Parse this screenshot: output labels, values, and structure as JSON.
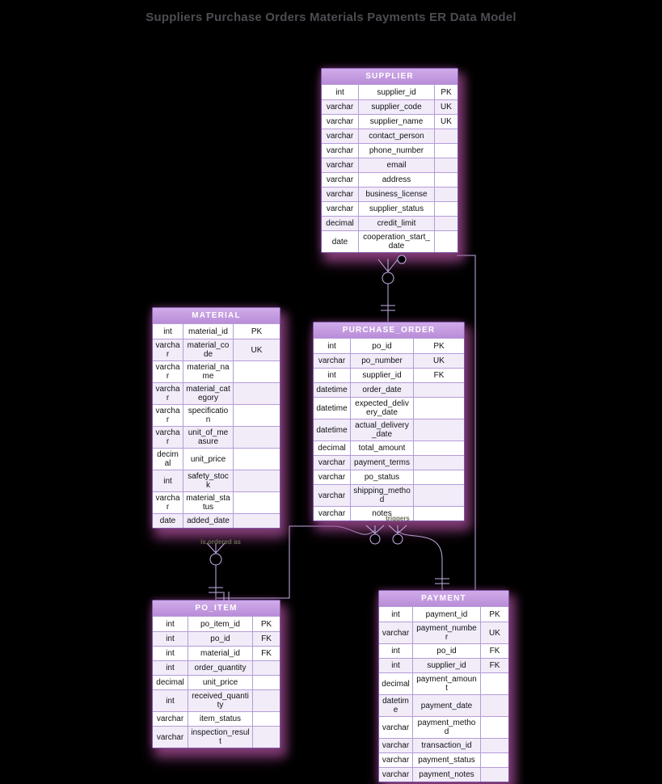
{
  "title": "Suppliers Purchase Orders Materials Payments ER Data Model",
  "colors": {
    "background": "#000000",
    "header_top": "#d0abe9",
    "header_bottom": "#b98dd8",
    "header_text": "#ffffff",
    "row_white": "#ffffff",
    "row_alt": "#f2ecf9",
    "cell_border": "#b49bd8",
    "outer_border": "#7e57a8",
    "line": "#c7b1ea",
    "title_text": "#4c4c52",
    "relation_label_text": "#6a6a52",
    "row_text": "#111111"
  },
  "entities": [
    {
      "name": "SUPPLIER",
      "rows": [
        [
          "int",
          "supplier_id",
          "PK"
        ],
        [
          "varchar",
          "supplier_code",
          "UK"
        ],
        [
          "varchar",
          "supplier_name",
          "UK"
        ],
        [
          "varchar",
          "contact_person",
          ""
        ],
        [
          "varchar",
          "phone_number",
          ""
        ],
        [
          "varchar",
          "email",
          ""
        ],
        [
          "varchar",
          "address",
          ""
        ],
        [
          "varchar",
          "business_license",
          ""
        ],
        [
          "varchar",
          "supplier_status",
          ""
        ],
        [
          "decimal",
          "credit_limit",
          ""
        ],
        [
          "date",
          "cooperation_start_date",
          ""
        ]
      ]
    },
    {
      "name": "MATERIAL",
      "rows": [
        [
          "int",
          "material_id",
          "PK"
        ],
        [
          "varchar",
          "material_code",
          "UK"
        ],
        [
          "varchar",
          "material_name",
          ""
        ],
        [
          "varchar",
          "material_category",
          ""
        ],
        [
          "varchar",
          "specification",
          ""
        ],
        [
          "varchar",
          "unit_of_measure",
          ""
        ],
        [
          "decimal",
          "unit_price",
          ""
        ],
        [
          "int",
          "safety_stock",
          ""
        ],
        [
          "varchar",
          "material_status",
          ""
        ],
        [
          "date",
          "added_date",
          ""
        ]
      ]
    },
    {
      "name": "PURCHASE_ORDER",
      "rows": [
        [
          "int",
          "po_id",
          "PK"
        ],
        [
          "varchar",
          "po_number",
          "UK"
        ],
        [
          "int",
          "supplier_id",
          "FK"
        ],
        [
          "datetime",
          "order_date",
          ""
        ],
        [
          "datetime",
          "expected_delivery_date",
          ""
        ],
        [
          "datetime",
          "actual_delivery_date",
          ""
        ],
        [
          "decimal",
          "total_amount",
          ""
        ],
        [
          "varchar",
          "payment_terms",
          ""
        ],
        [
          "varchar",
          "po_status",
          ""
        ],
        [
          "varchar",
          "shipping_method",
          ""
        ],
        [
          "varchar",
          "notes",
          ""
        ]
      ]
    },
    {
      "name": "PO_ITEM",
      "rows": [
        [
          "int",
          "po_item_id",
          "PK"
        ],
        [
          "int",
          "po_id",
          "FK"
        ],
        [
          "int",
          "material_id",
          "FK"
        ],
        [
          "int",
          "order_quantity",
          ""
        ],
        [
          "decimal",
          "unit_price",
          ""
        ],
        [
          "int",
          "received_quantity",
          ""
        ],
        [
          "varchar",
          "item_status",
          ""
        ],
        [
          "varchar",
          "inspection_result",
          ""
        ]
      ]
    },
    {
      "name": "PAYMENT",
      "rows": [
        [
          "int",
          "payment_id",
          "PK"
        ],
        [
          "varchar",
          "payment_number",
          "UK"
        ],
        [
          "int",
          "po_id",
          "FK"
        ],
        [
          "int",
          "supplier_id",
          "FK"
        ],
        [
          "decimal",
          "payment_amount",
          ""
        ],
        [
          "datetime",
          "payment_date",
          ""
        ],
        [
          "varchar",
          "payment_method",
          ""
        ],
        [
          "varchar",
          "transaction_id",
          ""
        ],
        [
          "varchar",
          "payment_status",
          ""
        ],
        [
          "varchar",
          "payment_notes",
          ""
        ]
      ]
    }
  ],
  "relationships": [
    {
      "from": "MATERIAL",
      "to": "PO_ITEM",
      "label": "is ordered as",
      "from_cardinality": "zero-or-many",
      "to_cardinality": "exactly-one"
    },
    {
      "from": "PURCHASE_ORDER",
      "to": "PAYMENT",
      "label": "triggers",
      "from_cardinality": "zero-or-many",
      "to_cardinality": "exactly-one"
    },
    {
      "from": "SUPPLIER",
      "to": "PURCHASE_ORDER",
      "label": "",
      "from_cardinality": "zero-or-many",
      "to_cardinality": "exactly-one"
    },
    {
      "from": "SUPPLIER",
      "to": "PAYMENT",
      "label": "",
      "from_cardinality": "zero-or-many",
      "to_cardinality": ""
    },
    {
      "from": "PURCHASE_ORDER",
      "to": "PO_ITEM",
      "label": "",
      "from_cardinality": "zero-or-many",
      "to_cardinality": "exactly-one"
    }
  ]
}
